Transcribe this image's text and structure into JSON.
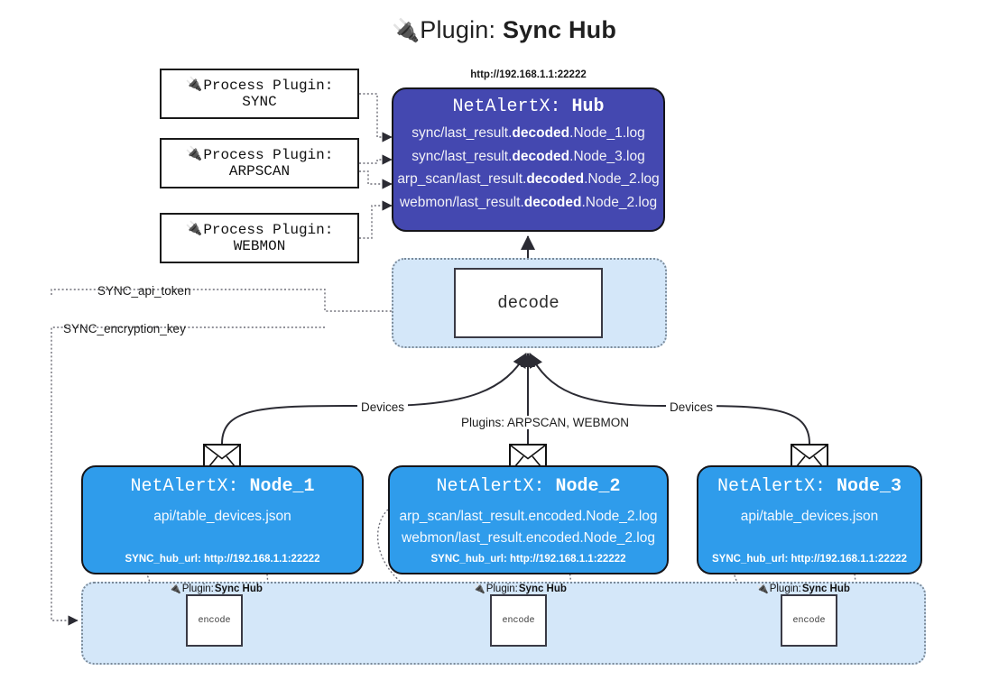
{
  "title": {
    "icon": "plug-icon",
    "lead": "Plugin: ",
    "strong": "Sync Hub"
  },
  "process_plugins": [
    {
      "icon": "plug-icon",
      "line1": "Process Plugin:",
      "line2": "SYNC"
    },
    {
      "icon": "plug-icon",
      "line1": "Process Plugin:",
      "line2": "ARPSCAN"
    },
    {
      "icon": "plug-icon",
      "line1": "Process Plugin:",
      "line2": "WEBMON"
    }
  ],
  "hub": {
    "url": "http://192.168.1.1:22222",
    "title_prefix": "NetAlertX: ",
    "title_name": "Hub",
    "lines": [
      {
        "pre": "sync/last_result.",
        "mid": "decoded",
        "post": ".Node_1.log"
      },
      {
        "pre": "sync/last_result.",
        "mid": "decoded",
        "post": ".Node_3.log"
      },
      {
        "pre": "arp_scan/last_result.",
        "mid": "decoded",
        "post": ".Node_2.log"
      },
      {
        "pre": "webmon/last_result.",
        "mid": "decoded",
        "post": ".Node_2.log"
      }
    ]
  },
  "decode": {
    "label": "decode"
  },
  "secrets": {
    "api_token": "SYNC_api_token",
    "encryption_key": "SYNC_encryption_key"
  },
  "edge_labels": {
    "devices_left": "Devices",
    "devices_right": "Devices",
    "plugins_center": "Plugins: ARPSCAN, WEBMON"
  },
  "nodes": [
    {
      "title_prefix": "NetAlertX: ",
      "title_name": "Node_1",
      "lines": [
        "api/table_devices.json"
      ],
      "footer": "SYNC_hub_url: http://192.168.1.1:22222",
      "envelope_icon": "envelope-icon"
    },
    {
      "title_prefix": "NetAlertX: ",
      "title_name": "Node_2",
      "lines": [
        "arp_scan/last_result.encoded.Node_2.log",
        "webmon/last_result.encoded.Node_2.log"
      ],
      "footer": "SYNC_hub_url: http://192.168.1.1:22222",
      "envelope_icon": "envelope-icon"
    },
    {
      "title_prefix": "NetAlertX: ",
      "title_name": "Node_3",
      "lines": [
        "api/table_devices.json"
      ],
      "footer": "SYNC_hub_url: http://192.168.1.1:22222",
      "envelope_icon": "envelope-icon"
    }
  ],
  "encoders": [
    {
      "icon": "plug-icon",
      "label_lead": "Plugin: ",
      "label_strong": "Sync Hub",
      "box": "encode"
    },
    {
      "icon": "plug-icon",
      "label_lead": "Plugin: ",
      "label_strong": "Sync Hub",
      "box": "encode"
    },
    {
      "icon": "plug-icon",
      "label_lead": "Plugin: ",
      "label_strong": "Sync Hub",
      "box": "encode"
    }
  ],
  "colors": {
    "hub_fill": "#4448b0",
    "node_fill": "#2f9ceb",
    "container_fill": "#d4e7f9",
    "stroke": "#15151a",
    "dotted_stroke": "#7b8a99"
  }
}
